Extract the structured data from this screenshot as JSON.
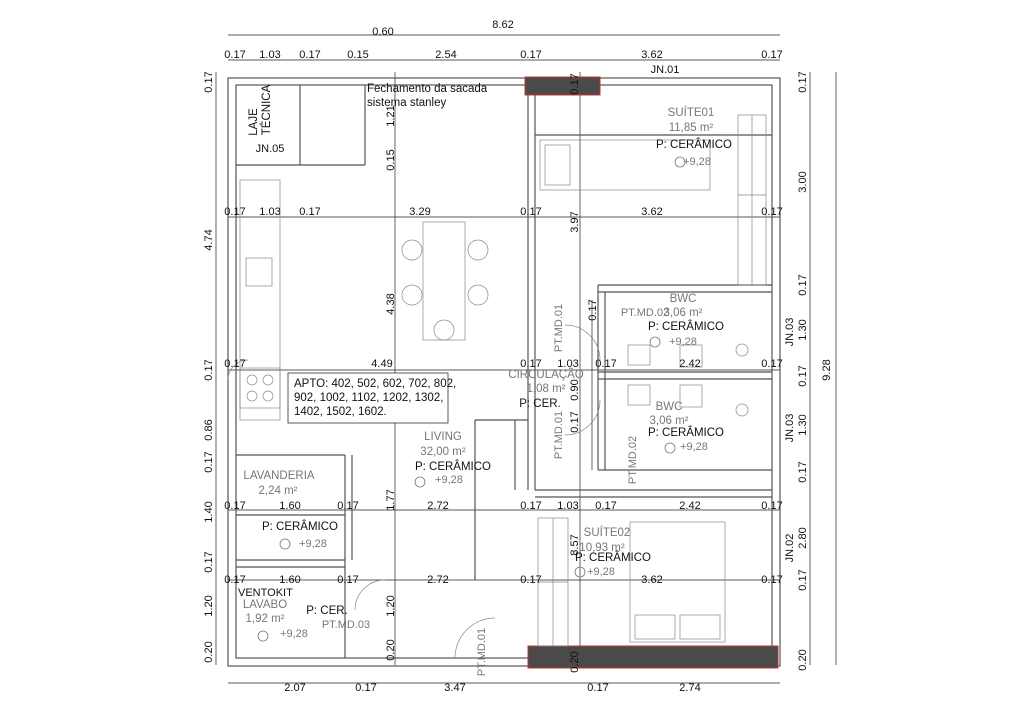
{
  "dims": {
    "top": [
      "8.62",
      "0.60",
      "0.17",
      "1.03",
      "0.17",
      "0.15",
      "2.54",
      "0.17",
      "3.62",
      "0.17"
    ],
    "row2": [
      "0.17",
      "1.03",
      "0.17",
      "3.29",
      "0.17",
      "3.62",
      "0.17"
    ],
    "row3": [
      "0.17",
      "4.49",
      "0.17",
      "1.03",
      "0.17",
      "2.42",
      "0.17"
    ],
    "row4": [
      "0.17",
      "1.60",
      "0.17",
      "2.72",
      "0.17",
      "1.03",
      "0.17",
      "2.42",
      "0.17"
    ],
    "row5": [
      "0.17",
      "1.60",
      "0.17",
      "2.72",
      "0.17",
      "3.62",
      "0.17"
    ],
    "bottom": [
      "2.07",
      "0.17",
      "3.47",
      "0.17",
      "2.74"
    ],
    "left": [
      "0.17",
      "4.74",
      "0.17",
      "0.86",
      "0.17",
      "1.40",
      "0.17",
      "1.20",
      "0.20"
    ],
    "right": [
      "0.17",
      "3.00",
      "0.17",
      "1.30",
      "0.17",
      "1.30",
      "0.17",
      "2.80",
      "0.17",
      "0.20"
    ],
    "right_total": "9.28",
    "inner": [
      "1.21",
      "0.15",
      "3.97",
      "4.38",
      "0.17",
      "0.90",
      "0.17",
      "1.77",
      "8.57",
      "1.20",
      "0.20",
      "0.17",
      "0.20"
    ]
  },
  "windows": [
    "JN.01",
    "JN.05",
    "JN.03",
    "JN.03",
    "JN.02"
  ],
  "doors": [
    "PT.MD.01",
    "PT.MD.02",
    "PT.MD.01",
    "PT.MD.02",
    "PT.MD.03",
    "PT.MD.01"
  ],
  "notes": {
    "facade_line1": "Fechamento da sacada",
    "facade_line2": "sistema stanley",
    "laje_line1": "LAJE",
    "laje_line2": "TÉCNICA",
    "ventokit": "VENTOKIT"
  },
  "apto_lines": [
    "APTO: 402, 502, 602, 702, 802,",
    "902, 1002, 1102, 1202, 1302,",
    "1402, 1502, 1602."
  ],
  "rooms": [
    {
      "name": "SUÍTE01",
      "area": "11,85 m²",
      "floor": "P: CERÂMICO",
      "level": "+9,28"
    },
    {
      "name": "BWC",
      "area": "3,06 m²",
      "floor": "P: CERÂMICO",
      "level": "+9,28"
    },
    {
      "name": "CIRCULAÇÃO",
      "area": "1,08 m²",
      "floor": "P: CER."
    },
    {
      "name": "BWC",
      "area": "3,06 m²",
      "floor": "P: CERÂMICO",
      "level": "+9,28"
    },
    {
      "name": "LIVING",
      "area": "32,00 m²",
      "floor": "P: CERÂMICO",
      "level": "+9,28"
    },
    {
      "name": "LAVANDERIA",
      "area": "2,24 m²",
      "floor": "P: CERÂMICO",
      "level": "+9,28"
    },
    {
      "name": "SUÍTE02",
      "area": "10,93 m²",
      "floor": "P: CERÂMICO",
      "level": "+9,28"
    },
    {
      "name": "LAVABO",
      "area": "1,92 m²",
      "floor": "P: CER.",
      "level": "+9,28"
    }
  ],
  "colors": {
    "dark_fill": "#4a4a4a",
    "accent": "#c0392b"
  }
}
